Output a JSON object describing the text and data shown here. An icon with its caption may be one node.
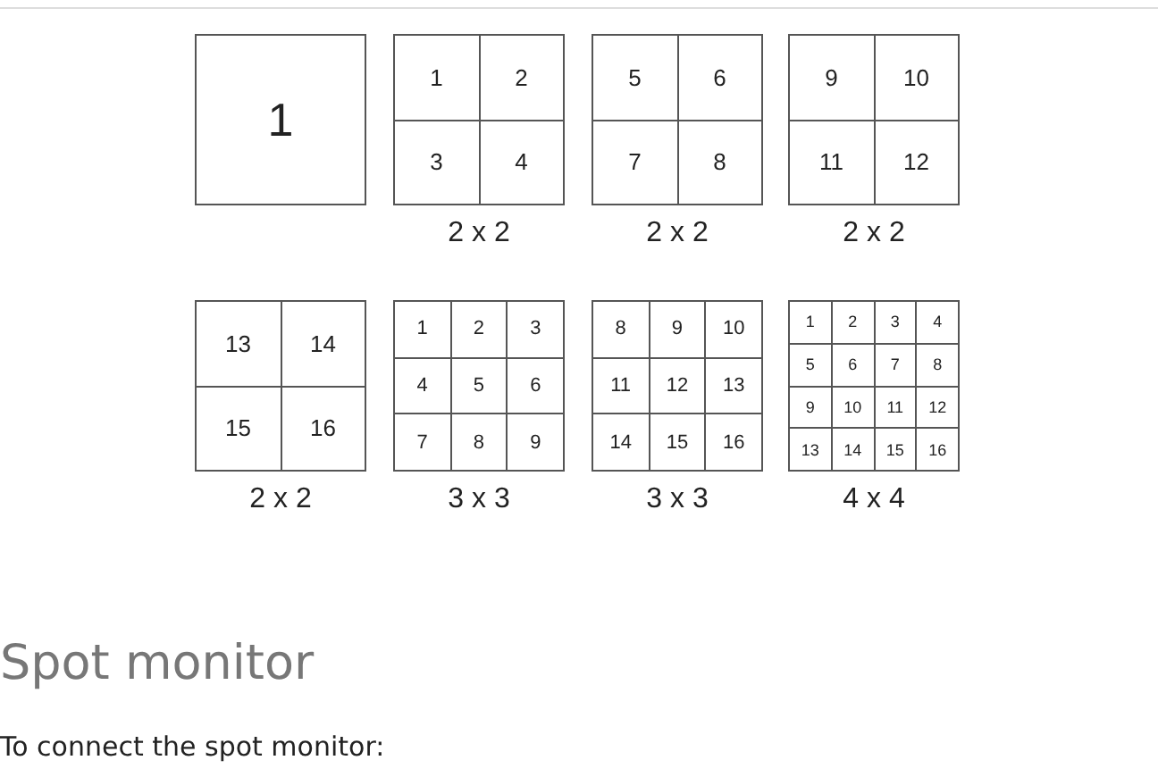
{
  "diagram": {
    "title": "Spot monitor",
    "nodes": [
      {
        "text": [
          "1"
        ]
      },
      {
        "text": [],
        "shape": "box",
        "beside": [
          "2 x 2"
        ]
      },
      {
        "text": [
          "1"
        ],
        "in": 1
      },
      {
        "text": [
          "2"
        ],
        "in": 1
      },
      {
        "text": [
          "3"
        ],
        "in": 1
      },
      {
        "text": [
          "4"
        ],
        "in": 1
      },
      {
        "text": [],
        "shape": "box",
        "beside": [
          "2 x 2"
        ]
      },
      {
        "text": [
          "5"
        ],
        "in": 6
      },
      {
        "text": [
          "6"
        ],
        "in": 6
      },
      {
        "text": [
          "7"
        ],
        "in": 6
      },
      {
        "text": [
          "8"
        ],
        "in": 6
      },
      {
        "text": [],
        "shape": "box",
        "beside": [
          "2 x 2"
        ]
      },
      {
        "text": [
          "9"
        ],
        "in": 11
      },
      {
        "text": [
          "10"
        ],
        "in": 11
      },
      {
        "text": [
          "11"
        ],
        "in": 11
      },
      {
        "text": [
          "12"
        ],
        "in": 11
      },
      {
        "text": [],
        "shape": "box",
        "beside": [
          "2 x 2"
        ]
      },
      {
        "text": [
          "13"
        ],
        "in": 16
      },
      {
        "text": [
          "14"
        ],
        "in": 16
      },
      {
        "text": [
          "15"
        ],
        "in": 16
      },
      {
        "text": [
          "16"
        ],
        "in": 16
      },
      {
        "text": [],
        "shape": "box",
        "beside": [
          "3 x 3"
        ]
      },
      {
        "text": [
          "1"
        ],
        "in": 21
      },
      {
        "text": [
          "2"
        ],
        "in": 21
      },
      {
        "text": [
          "3"
        ],
        "in": 21
      },
      {
        "text": [
          "4"
        ],
        "in": 21
      },
      {
        "text": [
          "5"
        ],
        "in": 21
      },
      {
        "text": [
          "6"
        ],
        "in": 21
      },
      {
        "text": [
          "7"
        ],
        "in": 21
      },
      {
        "text": [
          "8"
        ],
        "in": 21
      },
      {
        "text": [
          "9"
        ],
        "in": 21
      },
      {
        "text": [],
        "shape": "box",
        "beside": [
          "3 x 3"
        ]
      },
      {
        "text": [
          "8"
        ],
        "in": 31
      },
      {
        "text": [
          "9"
        ],
        "in": 31
      },
      {
        "text": [
          "10"
        ],
        "in": 31
      },
      {
        "text": [
          "11"
        ],
        "in": 31
      },
      {
        "text": [
          "12"
        ],
        "in": 31
      },
      {
        "text": [
          "13"
        ],
        "in": 31
      },
      {
        "text": [
          "14"
        ],
        "in": 31
      },
      {
        "text": [
          "15"
        ],
        "in": 31
      },
      {
        "text": [
          "16"
        ],
        "in": 31
      },
      {
        "text": [],
        "shape": "box",
        "beside": [
          "4 x 4"
        ]
      },
      {
        "text": [
          "1"
        ],
        "in": 41
      },
      {
        "text": [
          "2"
        ],
        "in": 41
      },
      {
        "text": [
          "3"
        ],
        "in": 41
      },
      {
        "text": [
          "4"
        ],
        "in": 41
      },
      {
        "text": [
          "5"
        ],
        "in": 41
      },
      {
        "text": [
          "6"
        ],
        "in": 41
      },
      {
        "text": [
          "7"
        ],
        "in": 41
      },
      {
        "text": [
          "8"
        ],
        "in": 41
      },
      {
        "text": [
          "9"
        ],
        "in": 41
      },
      {
        "text": [
          "10"
        ],
        "in": 41
      },
      {
        "text": [
          "11"
        ],
        "in": 41
      },
      {
        "text": [
          "12"
        ],
        "in": 41
      },
      {
        "text": [
          "13"
        ],
        "in": 41
      },
      {
        "text": [
          "14"
        ],
        "in": 41
      },
      {
        "text": [
          "15"
        ],
        "in": 41
      },
      {
        "text": [
          "16"
        ],
        "in": 41
      }
    ],
    "labels": [
      "To connect the spot monitor:"
    ]
  }
}
